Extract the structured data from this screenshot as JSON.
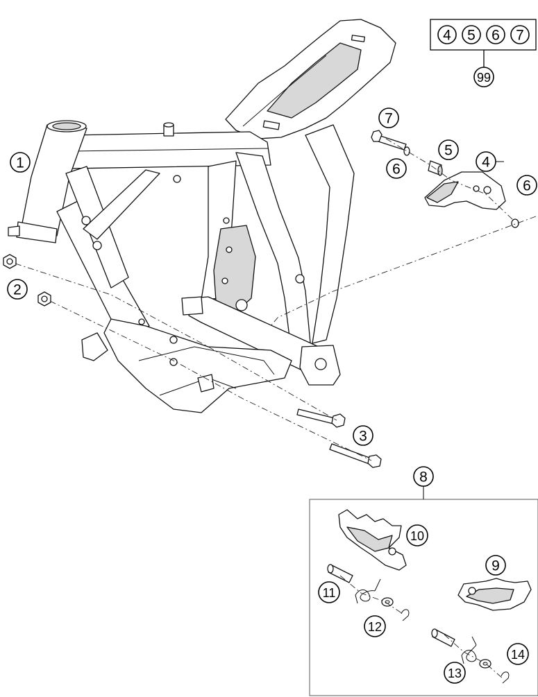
{
  "kit": {
    "members": [
      "4",
      "5",
      "6",
      "7"
    ],
    "number": "99"
  },
  "callouts": {
    "c1": "1",
    "c2": "2",
    "c3": "3",
    "c4": "4",
    "c5": "5",
    "c6a": "6",
    "c6b": "6",
    "c7": "7",
    "c8": "8",
    "c9": "9",
    "c10": "10",
    "c11": "11",
    "c12": "12",
    "c13": "13",
    "c14": "14"
  }
}
